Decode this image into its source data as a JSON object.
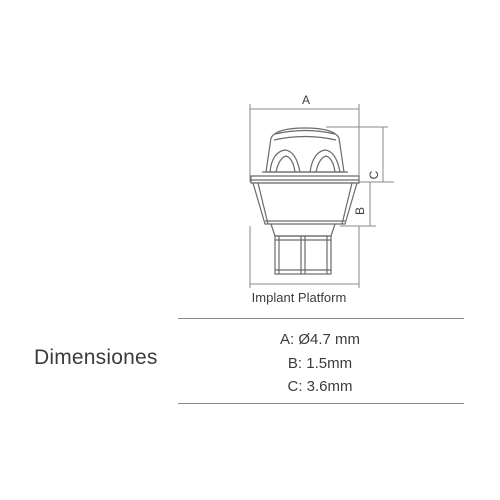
{
  "diagram": {
    "labels": {
      "a": "A",
      "b": "B",
      "c": "C"
    },
    "implant_platform": "Implant Platform"
  },
  "title": "Dimensiones",
  "dimensions": {
    "a": "A: Ø4.7 mm",
    "b": "B: 1.5mm",
    "c": "C: 3.6mm"
  },
  "colors": {
    "line": "#8a8a8a",
    "drawing": "#6e6a66",
    "text": "#3c3c3c"
  }
}
